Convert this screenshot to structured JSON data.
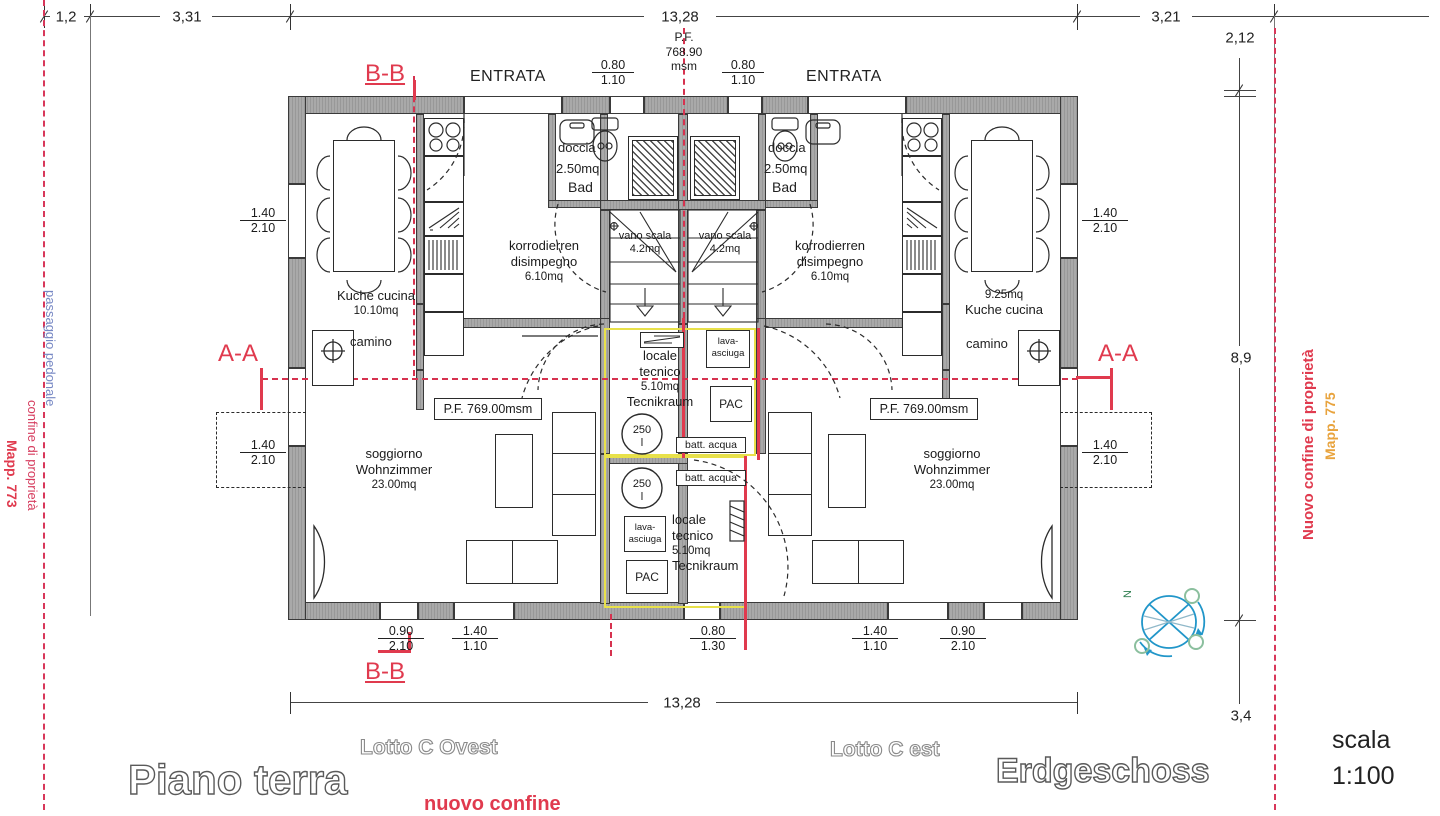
{
  "drawing": {
    "title_left": "Piano terra",
    "title_right": "Erdgeschoss",
    "lot_left": "Lotto C Ovest",
    "lot_right": "Lotto C est",
    "scale_label": "scala",
    "scale_value": "1:100",
    "bottom_note": "nuovo confine",
    "north_letter": "N"
  },
  "colors": {
    "wall": "#a9a9a9",
    "red_axis": "#d6324f",
    "property_line": "#d8375a",
    "blue_text": "#7788c4",
    "orange_text": "#e8a33d",
    "yellow_highlight": "#e8e14a",
    "compass": "#2196c9"
  },
  "top_dimensions": [
    {
      "label": "1,2"
    },
    {
      "label": "3,31"
    },
    {
      "label": "13,28"
    },
    {
      "label": "3,21"
    },
    {
      "label": "2,12"
    }
  ],
  "bottom_dimensions": [
    {
      "label": "13,28"
    }
  ],
  "right_dimensions": [
    {
      "label": "8,9"
    },
    {
      "label": "3,4"
    }
  ],
  "section_marks": [
    {
      "label": "B-B",
      "position": "top-left"
    },
    {
      "label": "B-B",
      "position": "bottom-left"
    },
    {
      "label": "A-A",
      "position": "mid-left"
    },
    {
      "label": "A-A",
      "position": "mid-right"
    }
  ],
  "boundaries": {
    "left_passage": "passaggio pedonale",
    "left_property": "confine di proprietà",
    "left_parcel": "Mapp. 773",
    "right_property": "Nuovo confine di proprietà",
    "right_parcel": "Mapp. 775"
  },
  "elevations": {
    "top_center": {
      "line1": "P.F.",
      "line2": "768.90",
      "line3": "msm"
    },
    "left_box": "P.F. 769.00msm",
    "right_box": "P.F. 769.00msm"
  },
  "entrances": [
    {
      "label": "ENTRATA"
    },
    {
      "label": "ENTRATA"
    }
  ],
  "openings": {
    "top": [
      {
        "w": "0.80",
        "h": "1.10"
      },
      {
        "w": "0.80",
        "h": "1.10"
      }
    ],
    "bottom": [
      {
        "w": "0.90",
        "h": "2.10"
      },
      {
        "w": "1.40",
        "h": "1.10"
      },
      {
        "w": "0.80",
        "h": "1.30"
      },
      {
        "w": "1.40",
        "h": "1.10"
      },
      {
        "w": "0.90",
        "h": "2.10"
      }
    ],
    "left": [
      {
        "w": "1.40",
        "h": "2.10"
      },
      {
        "w": "1.40",
        "h": "2.10"
      }
    ],
    "right": [
      {
        "w": "1.40",
        "h": "2.10"
      },
      {
        "w": "1.40",
        "h": "2.10"
      }
    ]
  },
  "rooms_left": {
    "kitchen": {
      "line1": "Kuche  cucina",
      "line2": "10.10mq"
    },
    "fireplace": "camino",
    "bath": {
      "line1": "doccia",
      "line2": "2.50mq",
      "line3": "Bad"
    },
    "corridor": {
      "line1": "korrodierren",
      "line2": "disimpegno",
      "line3": "6.10mq"
    },
    "stair": {
      "line1": "vano scala",
      "line2": "4.2mq"
    },
    "living": {
      "line1": "soggiorno",
      "line2": "Wohnzimmer",
      "line3": "23.00mq"
    },
    "technical": {
      "line1": "locale",
      "line2": "tecnico",
      "line3": "5.10mq",
      "line4": "Tecnikraum"
    },
    "tank": {
      "line1": "250",
      "line2": "l"
    },
    "washer": {
      "line1": "lava-",
      "line2": "asciuga"
    },
    "heatpump": "PAC",
    "water": "batt. acqua"
  },
  "rooms_right": {
    "kitchen": {
      "line1": "9.25mq",
      "line2": "Kuche  cucina"
    },
    "fireplace": "camino",
    "bath": {
      "line1": "doccia",
      "line2": "2.50mq",
      "line3": "Bad"
    },
    "corridor": {
      "line1": "korrodierren",
      "line2": "disimpegno",
      "line3": "6.10mq"
    },
    "stair": {
      "line1": "vano scala",
      "line2": "4.2mq"
    },
    "living": {
      "line1": "soggiorno",
      "line2": "Wohnzimmer",
      "line3": "23.00mq"
    },
    "technical": {
      "line1": "locale",
      "line2": "tecnico",
      "line3": "5.10mq",
      "line4": "Tecnikraum"
    },
    "tank": {
      "line1": "250",
      "line2": "l"
    },
    "washer": {
      "line1": "lava-",
      "line2": "asciuga"
    },
    "heatpump": "PAC",
    "water": "batt. acqua"
  }
}
